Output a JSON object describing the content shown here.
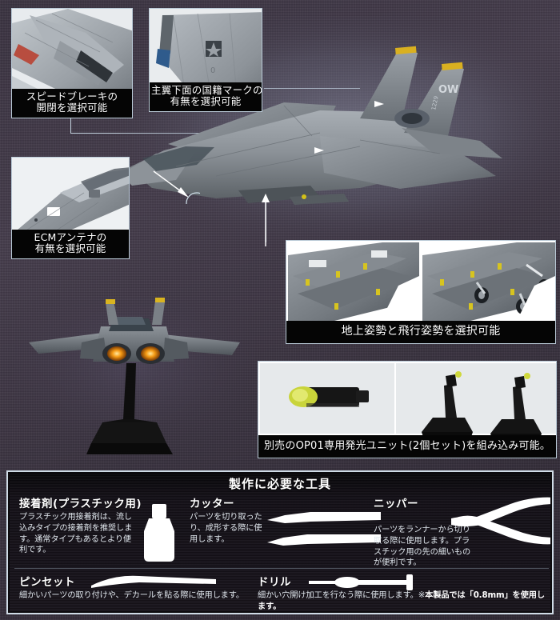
{
  "page": {
    "background_color": "#3b3442",
    "accent_line_color": "#c3d2de",
    "caption_bg": "#050505",
    "caption_text_color": "#ffffff"
  },
  "callouts": [
    {
      "id": "speed-brake",
      "photo_name": "speed-brake-photo",
      "lines": [
        "スピードブレーキの",
        "開閉を選択可能"
      ]
    },
    {
      "id": "wing-national-mark",
      "photo_name": "wing-insignia-photo",
      "lines": [
        "主翼下面の国籍マークの",
        "有無を選択可能"
      ]
    },
    {
      "id": "ecm-antenna",
      "photo_name": "ecm-antenna-photo",
      "lines": [
        "ECMアンテナの",
        "有無を選択可能"
      ]
    },
    {
      "id": "gear-posture",
      "photo_name": "landing-gear-photo",
      "lines": [
        "地上姿勢と飛行姿勢を選択可能"
      ]
    },
    {
      "id": "led-unit",
      "photo_name": "led-unit-photo",
      "lines": [
        "別売のOP01専用発光ユニット(2個セット)を組み込み可能。"
      ]
    }
  ],
  "main_photo": {
    "name": "main-aircraft-photo",
    "tail_code": "OW",
    "tail_number": "1229"
  },
  "stand_photo": {
    "name": "stand-aircraft-photo"
  },
  "tools": {
    "title": "製作に必要な工具",
    "items": [
      {
        "name": "接着剤(プラスチック用)",
        "desc": "プラスチック用接着剤は、流し込みタイプの接着剤を推奨します。通常タイプもあるとより便利です。",
        "icon": "glue-bottle-icon"
      },
      {
        "name": "カッター",
        "desc": "パーツを切り取ったり、成形する際に使用します。",
        "icon": "cutter-blade-icon"
      },
      {
        "name": "ニッパー",
        "desc": "パーツをランナーから切り取る際に使用します。プラスチック用の先の細いものが便利です。",
        "icon": "nipper-icon"
      },
      {
        "name": "ピンセット",
        "desc": "細かいパーツの取り付けや、デカールを貼る際に使用します。",
        "icon": "tweezers-icon"
      },
      {
        "name": "ドリル",
        "desc": "細かい穴開け加工を行なう際に使用します。※本製品では「0.8mm」を使用します。",
        "desc_plain": "細かい穴開け加工を行なう際に使用します。※",
        "desc_bold": "本製品では「0.8mm」を使用します。",
        "icon": "drill-icon"
      }
    ]
  }
}
